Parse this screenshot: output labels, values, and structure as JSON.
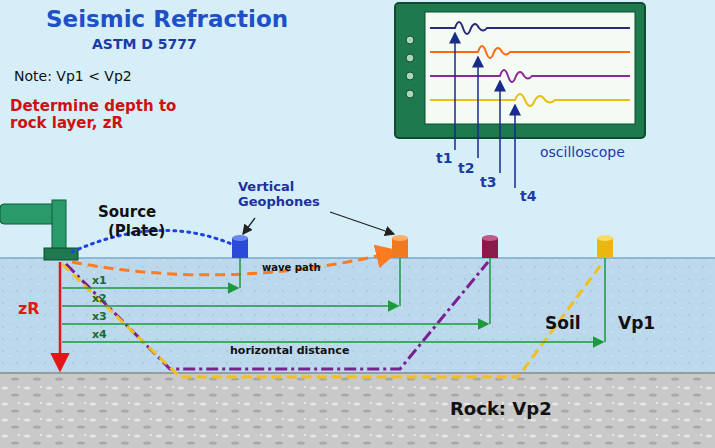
{
  "diagram": {
    "title": "Seismic Refraction",
    "nodes": [
      {
        "text": [
          "Soil",
          "Vp1"
        ]
      },
      {
        "text": [
          "Rock: Vp2"
        ]
      }
    ],
    "labels": [
      "ASTM D 5777",
      "Note: Vp1 < Vp2",
      "Determine depth to rock layer, zR",
      "Source",
      "(Plate)",
      "Vertical Geophones",
      "wave path",
      "x1",
      "x2",
      "x3",
      "x4",
      "horizontal distance",
      "zR",
      "t1",
      "t2",
      "t3",
      "t4",
      "oscilloscope"
    ]
  }
}
